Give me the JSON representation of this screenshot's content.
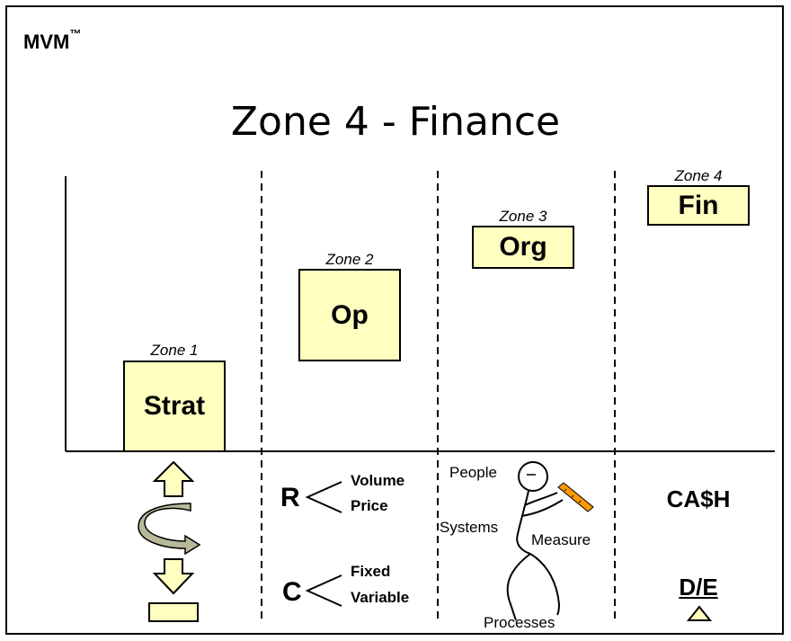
{
  "brand": {
    "name": "MVM",
    "mark": "™"
  },
  "title": "Zone 4 - Finance",
  "zones": [
    {
      "label": "Zone 1",
      "box": "Strat"
    },
    {
      "label": "Zone 2",
      "box": "Op"
    },
    {
      "label": "Zone 3",
      "box": "Org"
    },
    {
      "label": "Zone 4",
      "box": "Fin"
    }
  ],
  "revenue": {
    "letter": "R",
    "top": "Volume",
    "bottom": "Price"
  },
  "cost": {
    "letter": "C",
    "top": "Fixed",
    "bottom": "Variable"
  },
  "figure": {
    "people": "People",
    "systems": "Systems",
    "measure": "Measure",
    "processes": "Processes"
  },
  "cash": "CA$H",
  "de": "D/E",
  "colors": {
    "box_fill": "#ffffc0",
    "arrow_fill": "#ffffc0",
    "curl_fill": "#b8b89a",
    "ruler": "#ff9900"
  }
}
